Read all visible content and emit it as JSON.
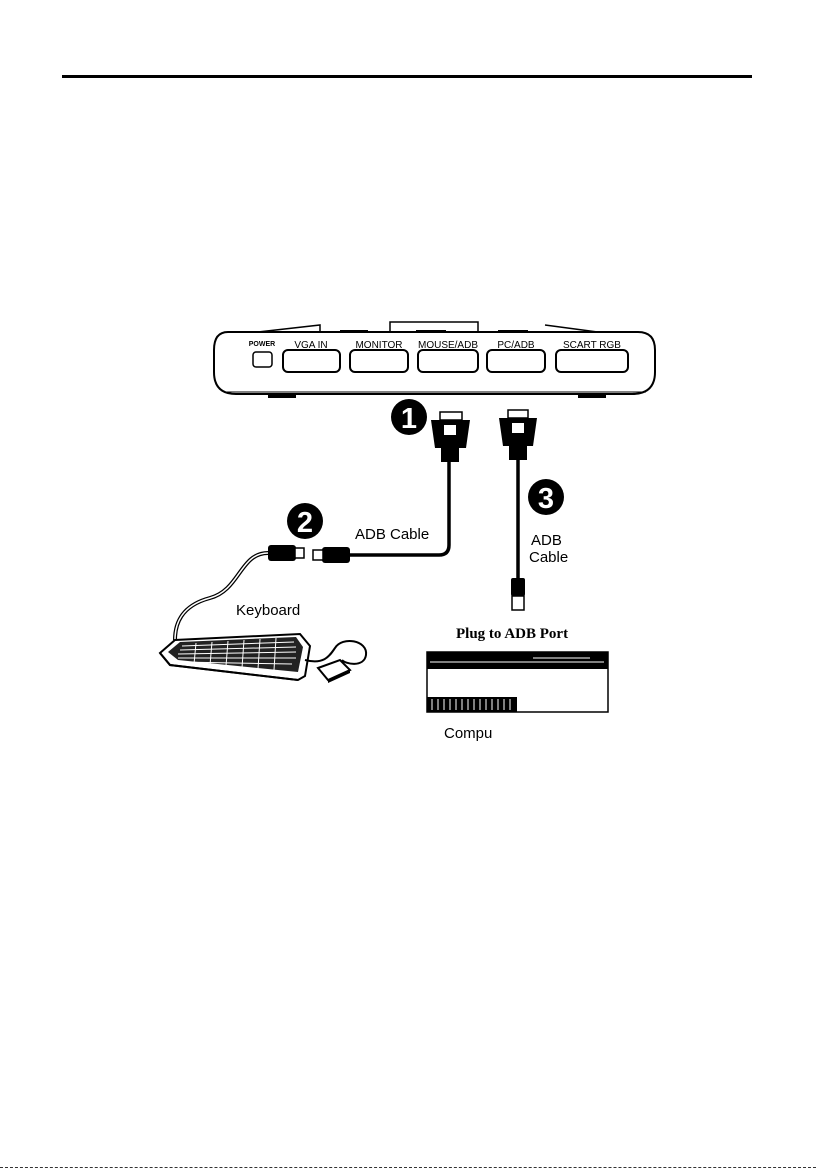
{
  "device": {
    "ports": {
      "power": "POWER",
      "vga_in": "VGA IN",
      "monitor": "MONITOR",
      "mouse_adb": "MOUSE/ADB",
      "pc_adb": "PC/ADB",
      "scart_rgb": "SCART RGB"
    }
  },
  "steps": {
    "step1": "1",
    "step2": "2",
    "step3": "3"
  },
  "labels": {
    "adb_cable_1": "ADB Cable",
    "adb_cable_2_line1": "ADB",
    "adb_cable_2_line2": "Cable",
    "keyboard": "Keyboard",
    "plug_to_adb_port": "Plug to ADB Port",
    "computer": "Compu"
  }
}
